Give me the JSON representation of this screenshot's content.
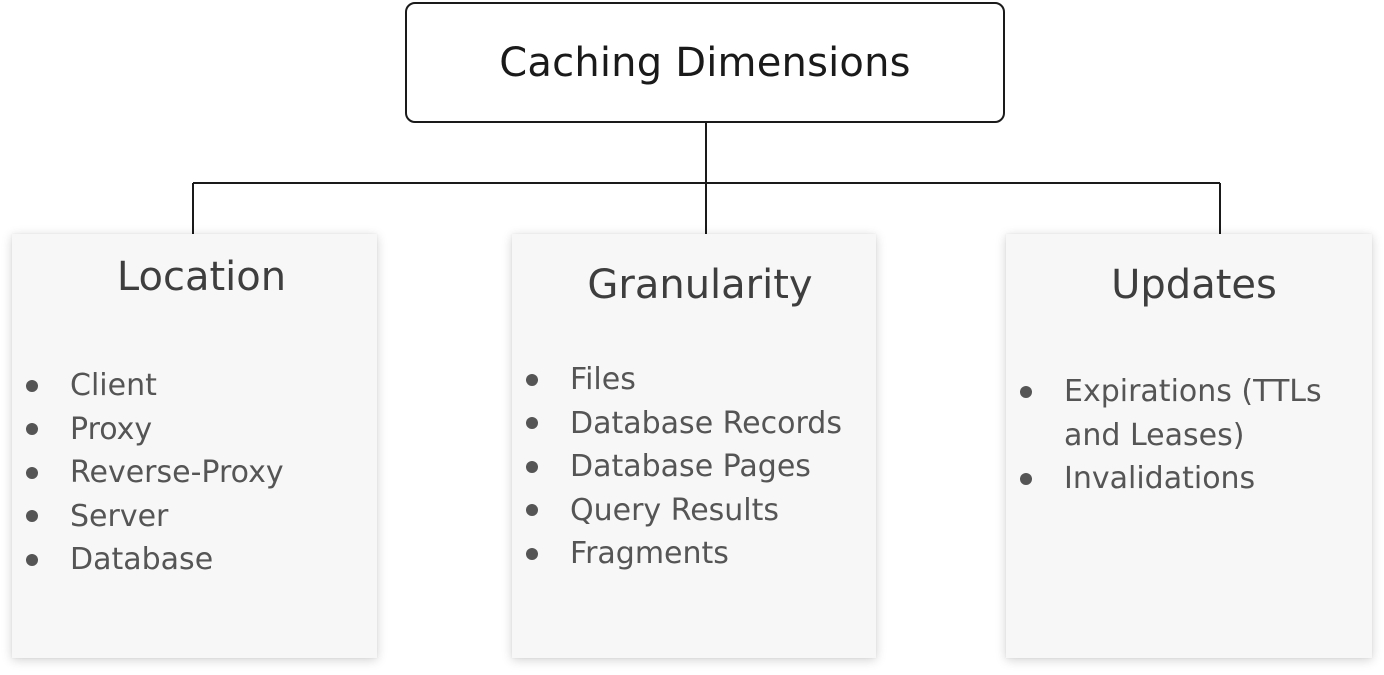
{
  "root": {
    "title": "Caching Dimensions"
  },
  "categories": [
    {
      "title": "Location",
      "items": [
        "Client",
        "Proxy",
        "Reverse-Proxy",
        "Server",
        "Database"
      ]
    },
    {
      "title": "Granularity",
      "items": [
        "Files",
        "Database Records",
        "Database Pages",
        "Query Results",
        "Fragments"
      ]
    },
    {
      "title": "Updates",
      "items": [
        "Expirations (TTLs and Leases)",
        "Invalidations"
      ]
    }
  ],
  "colors": {
    "line": "#1a1a1a",
    "card_background": "#f7f7f7",
    "card_title": "#3e3e3e",
    "card_text": "#555555"
  }
}
